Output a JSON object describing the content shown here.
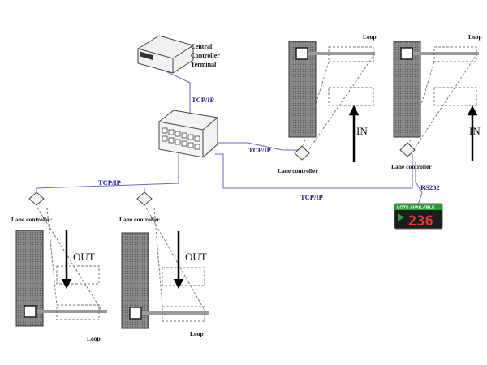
{
  "terminal": {
    "label_line1": "Central",
    "label_line2": "Controller",
    "label_line3": "Terminal"
  },
  "links": {
    "hub_to_terminal": "TCP/IP",
    "hub_to_lane_in_left": "TCP/IP",
    "hub_to_lanes_out": "TCP/IP",
    "hub_to_lane_in_right": "TCP/IP",
    "lane_to_sign": "RS232"
  },
  "lanes": {
    "in_left": {
      "controller": "Lane controller",
      "loop": "Loop",
      "direction": "IN"
    },
    "in_right": {
      "controller": "Lane controller",
      "loop": "Loop",
      "direction": "IN"
    },
    "out_left": {
      "controller": "Lane controller",
      "loop": "Loop",
      "direction": "OUT"
    },
    "out_right": {
      "controller": "Lane controller",
      "loop": "Loop",
      "direction": "OUT"
    }
  },
  "sign": {
    "title": "LOTS AVAILABLE",
    "count": "236",
    "bg_color": "#1c1c1c",
    "digit_color": "#e23b2e",
    "title_color": "#2d9b3a"
  }
}
